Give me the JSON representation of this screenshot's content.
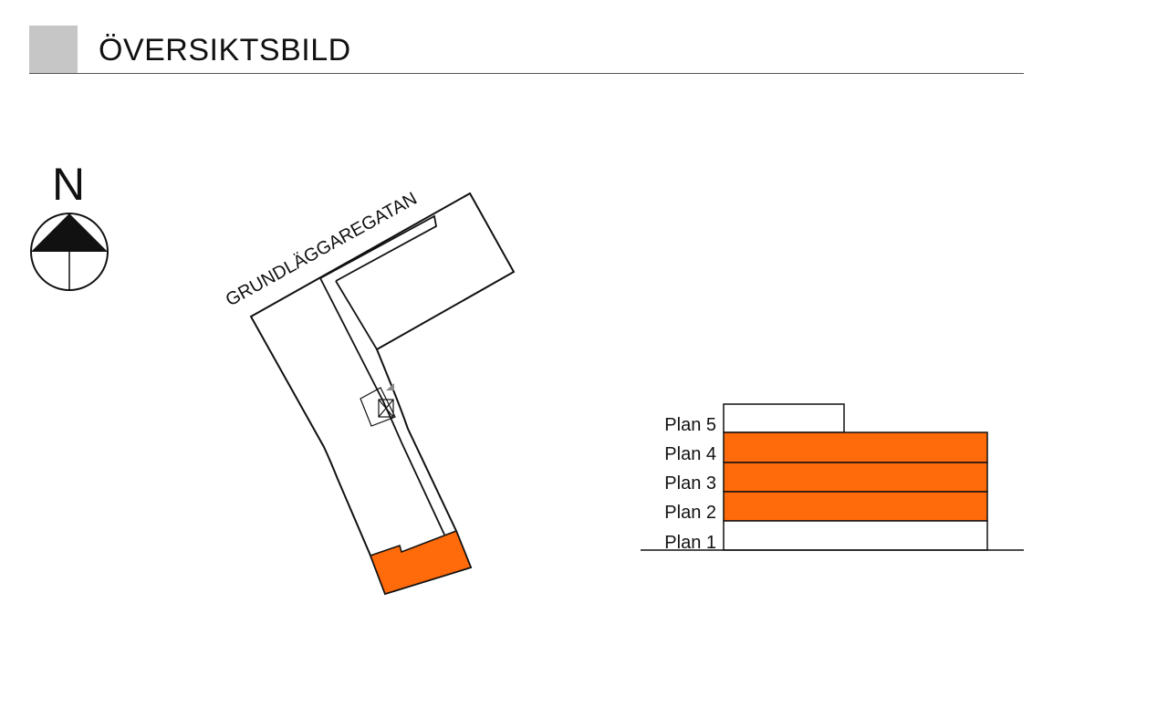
{
  "header": {
    "title": "ÖVERSIKTSBILD"
  },
  "compass": {
    "label": "N"
  },
  "site_plan": {
    "street_name": "GRUNDLÄGGAREGATAN",
    "highlight_color": "#ff6a0a"
  },
  "elevation": {
    "floors": [
      {
        "label": "Plan 5",
        "highlighted": false
      },
      {
        "label": "Plan 4",
        "highlighted": true
      },
      {
        "label": "Plan 3",
        "highlighted": true
      },
      {
        "label": "Plan 2",
        "highlighted": true
      },
      {
        "label": "Plan 1",
        "highlighted": false
      }
    ]
  }
}
